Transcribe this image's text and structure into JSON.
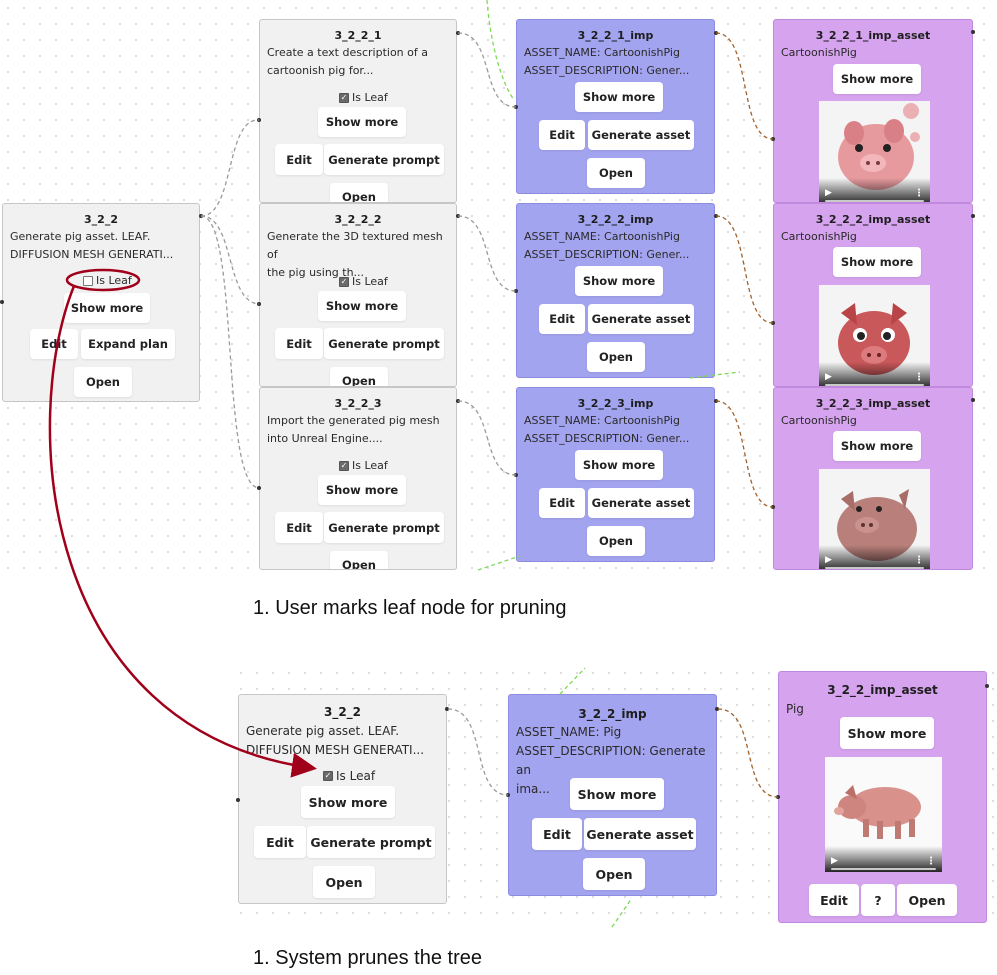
{
  "captions": {
    "top": "1. User marks leaf node for pruning",
    "bottom": "1. System prunes the tree"
  },
  "colors": {
    "task_node": "#f1f1f1",
    "implementation_node": "#a3a4ef",
    "asset_node": "#d6a3ee",
    "annotation_arrow": "#a0001a"
  },
  "icons": {
    "play": "▶",
    "more": "⋮",
    "check": "✓"
  },
  "top": {
    "root": {
      "title": "3_2_2",
      "text": "Generate pig asset. LEAF.\nDIFFUSION MESH GENERATI...",
      "leaf_label": "Is Leaf",
      "leaf_checked": false,
      "show_more": "Show more",
      "edit": "Edit",
      "expand": "Expand plan",
      "open": "Open"
    },
    "tasks": [
      {
        "title": "3_2_2_1",
        "text": "Create a text description of a\ncartoonish pig for...",
        "leaf_label": "Is Leaf",
        "show_more": "Show more",
        "edit": "Edit",
        "prompt": "Generate prompt",
        "open": "Open"
      },
      {
        "title": "3_2_2_2",
        "text": "Generate the 3D textured mesh of\nthe pig using th...",
        "leaf_label": "Is Leaf",
        "show_more": "Show more",
        "edit": "Edit",
        "prompt": "Generate prompt",
        "open": "Open"
      },
      {
        "title": "3_2_2_3",
        "text": "Import the generated pig mesh\ninto Unreal Engine....",
        "leaf_label": "Is Leaf",
        "show_more": "Show more",
        "edit": "Edit",
        "prompt": "Generate prompt",
        "open": "Open"
      }
    ],
    "imps": [
      {
        "title": "3_2_2_1_imp",
        "text": "ASSET_NAME: CartoonishPig\nASSET_DESCRIPTION: Gener...",
        "show_more": "Show more",
        "edit": "Edit",
        "generate": "Generate asset",
        "open": "Open"
      },
      {
        "title": "3_2_2_2_imp",
        "text": "ASSET_NAME: CartoonishPig\nASSET_DESCRIPTION: Gener...",
        "show_more": "Show more",
        "edit": "Edit",
        "generate": "Generate asset",
        "open": "Open"
      },
      {
        "title": "3_2_2_3_imp",
        "text": "ASSET_NAME: CartoonishPig\nASSET_DESCRIPTION: Gener...",
        "show_more": "Show more",
        "edit": "Edit",
        "generate": "Generate asset",
        "open": "Open"
      }
    ],
    "assets": [
      {
        "title": "3_2_2_1_imp_asset",
        "name": "CartoonishPig",
        "show_more": "Show more"
      },
      {
        "title": "3_2_2_2_imp_asset",
        "name": "CartoonishPig",
        "show_more": "Show more"
      },
      {
        "title": "3_2_2_3_imp_asset",
        "name": "CartoonishPig",
        "show_more": "Show more"
      }
    ]
  },
  "bottom": {
    "root": {
      "title": "3_2_2",
      "text": "Generate pig asset. LEAF.\nDIFFUSION MESH GENERATI...",
      "leaf_label": "Is Leaf",
      "leaf_checked": true,
      "show_more": "Show more",
      "edit": "Edit",
      "prompt": "Generate prompt",
      "open": "Open"
    },
    "imp": {
      "title": "3_2_2_imp",
      "text": "ASSET_NAME: Pig\nASSET_DESCRIPTION: Generate an\nima...",
      "show_more": "Show more",
      "edit": "Edit",
      "generate": "Generate asset",
      "open": "Open"
    },
    "asset": {
      "title": "3_2_2_imp_asset",
      "name": "Pig",
      "show_more": "Show more",
      "edit": "Edit",
      "help": "?",
      "open": "Open"
    }
  }
}
